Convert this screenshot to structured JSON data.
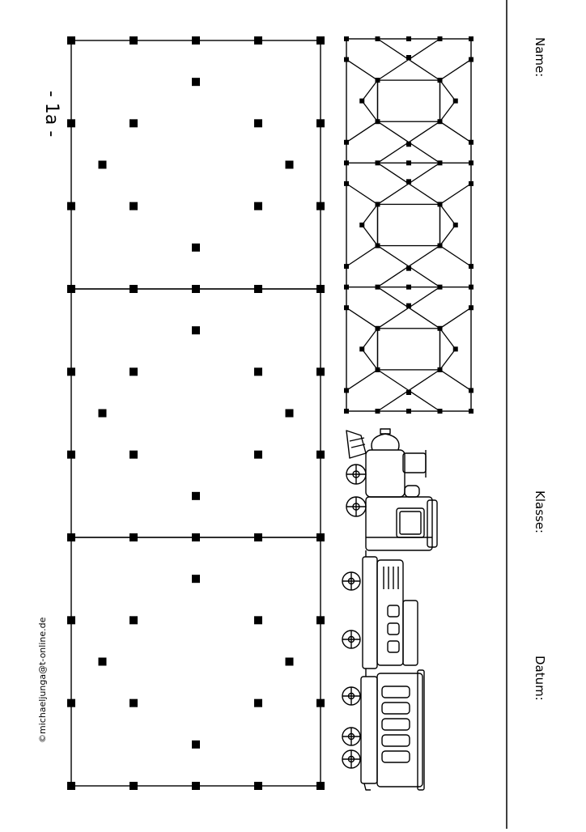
{
  "header": {
    "name_label": "Name:",
    "class_label": "Klasse:",
    "date_label": "Datum:"
  },
  "page_number": "- 1a -",
  "copyright": "©michaeljunga@t-online.de",
  "exercise": {
    "panels": 3,
    "grid_divisions": 4,
    "template_pattern": "diamond-lattice"
  },
  "illustration": "train-icon"
}
